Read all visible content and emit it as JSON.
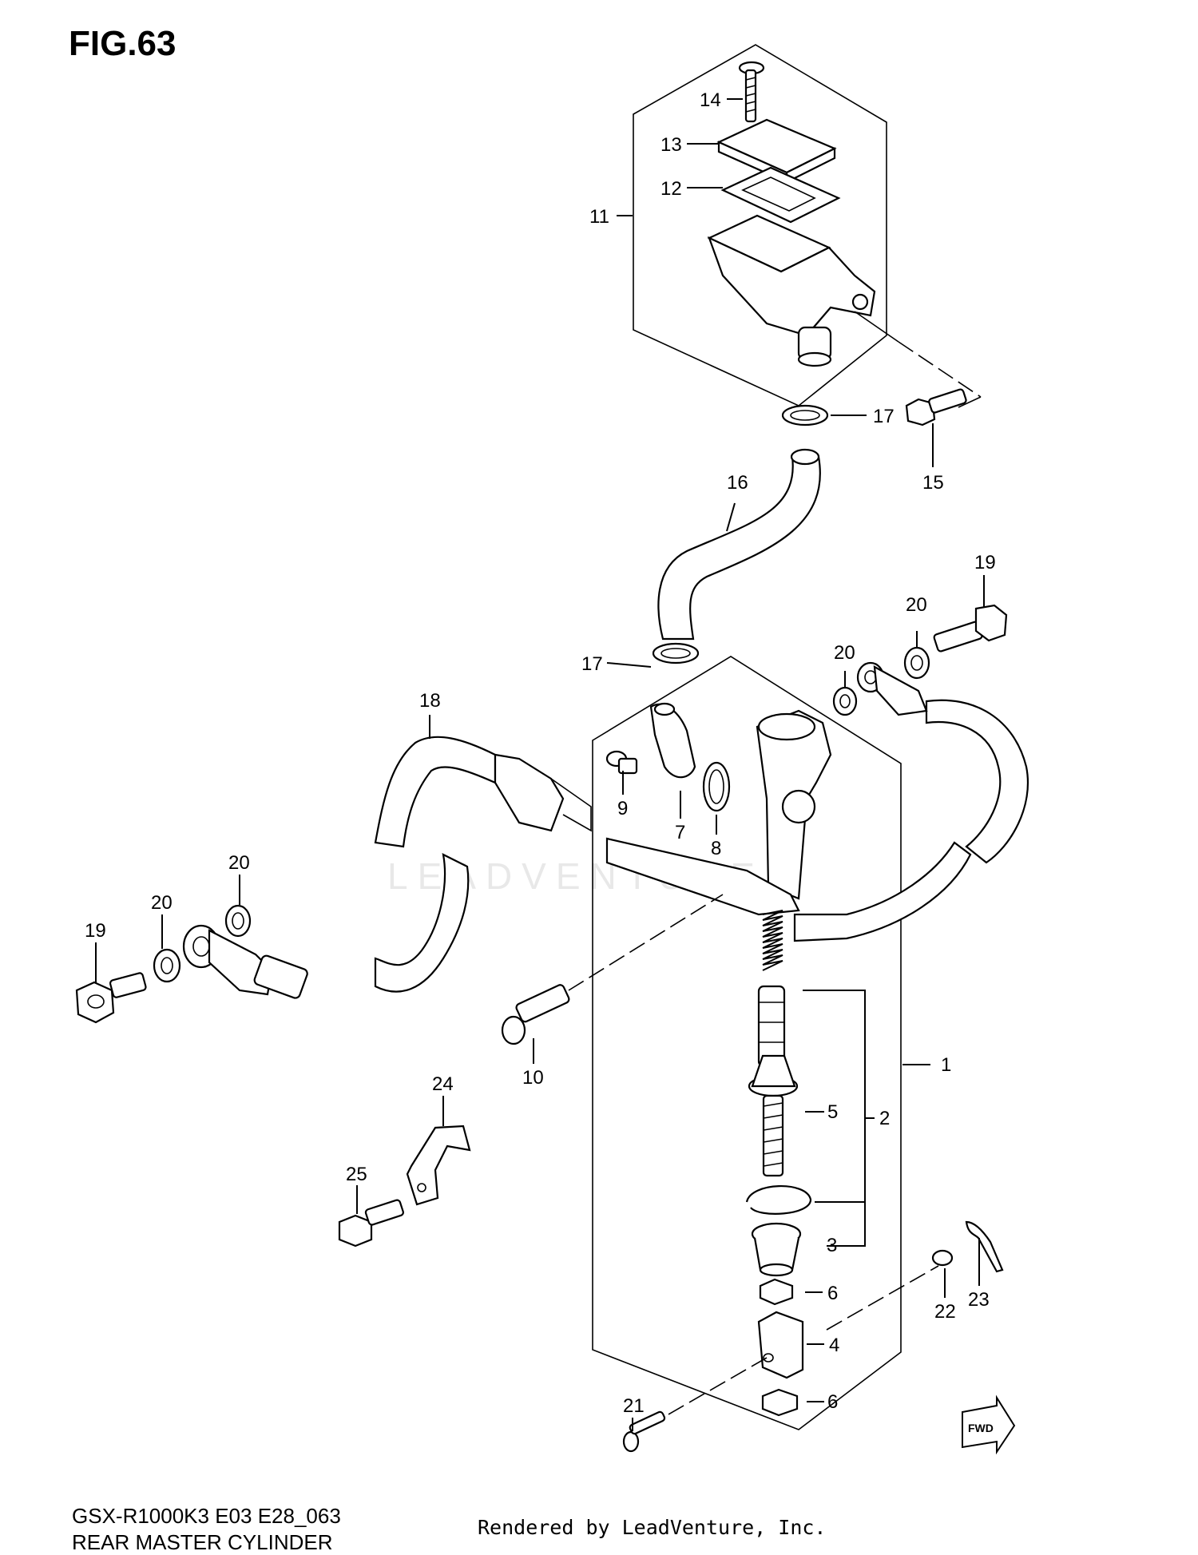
{
  "figure_title": "FIG.63",
  "diagram_code": "GSX-R1000K3 E03 E28_063",
  "diagram_name": "REAR MASTER CYLINDER",
  "rendered_by": "Rendered by LeadVenture, Inc.",
  "watermark": "LEADVENTURE",
  "fwd_badge": "FWD",
  "callouts": {
    "c1": "1",
    "c2": "2",
    "c3": "3",
    "c4": "4",
    "c5": "5",
    "c6a": "6",
    "c6b": "6",
    "c7": "7",
    "c8": "8",
    "c9": "9",
    "c10": "10",
    "c11": "11",
    "c12": "12",
    "c13": "13",
    "c14": "14",
    "c15": "15",
    "c16": "16",
    "c17a": "17",
    "c17b": "17",
    "c18": "18",
    "c19a": "19",
    "c19b": "19",
    "c20a": "20",
    "c20b": "20",
    "c20c": "20",
    "c20d": "20",
    "c21": "21",
    "c22": "22",
    "c23": "23",
    "c24": "24",
    "c25": "25"
  }
}
